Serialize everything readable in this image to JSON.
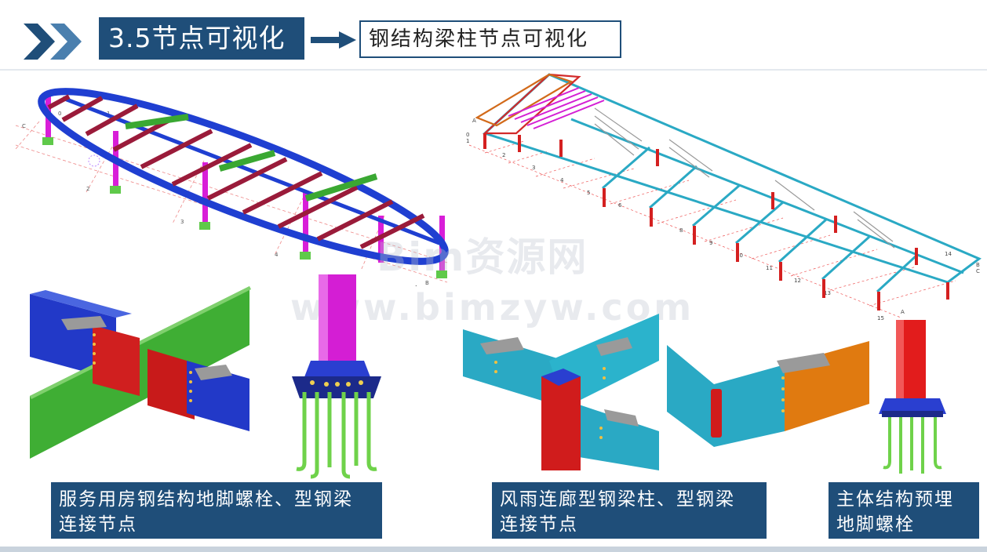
{
  "header": {
    "title": "3.5节点可视化",
    "subtitle": "钢结构梁柱节点可视化"
  },
  "captions": {
    "left": [
      "服务用房钢结构地脚螺栓、型钢梁",
      "连接节点"
    ],
    "middle": [
      "风雨连廊型钢梁柱、型钢梁",
      "连接节点"
    ],
    "right": [
      "主体结构预埋",
      "地脚螺栓"
    ]
  },
  "watermark": {
    "line1": "Bim资源网",
    "line2": "www.bimzyw.com"
  },
  "grid_labels": {
    "left_model": [
      "C",
      "B",
      "A",
      "0",
      "1",
      "2",
      "3",
      "4"
    ],
    "right_model": [
      "0",
      "1",
      "A",
      "2",
      "3",
      "4",
      "5",
      "6",
      "7",
      "8",
      "9",
      "10",
      "11",
      "12",
      "13",
      "14",
      "15",
      "A",
      "B",
      "C"
    ]
  },
  "colors": {
    "brand": "#1f4e79",
    "beam_blue": "#1f3fd1",
    "beam_green": "#3aa832",
    "beam_red": "#c81e1e",
    "column_magenta": "#d81ed8",
    "beam_cyan": "#2ab4cc",
    "beam_orange": "#e07a10",
    "bolt_green": "#6fd24a"
  }
}
